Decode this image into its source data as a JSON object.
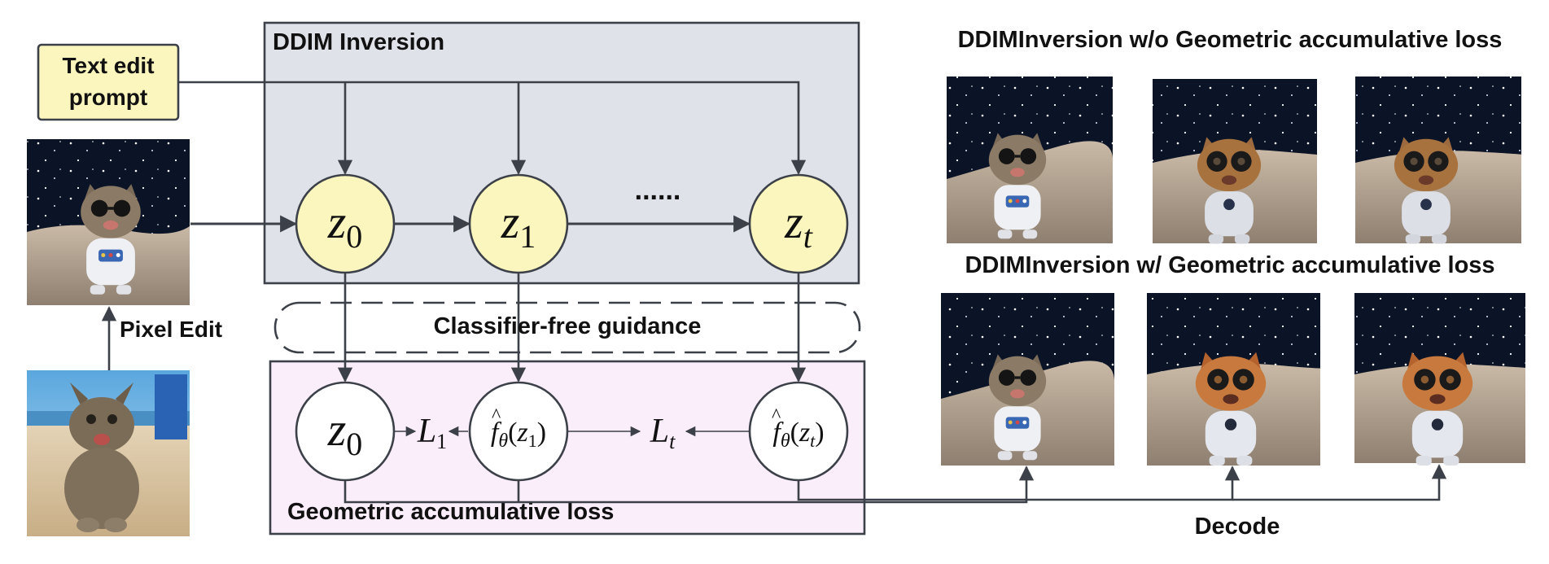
{
  "diagram": {
    "text_prompt_label_line1": "Text edit",
    "text_prompt_label_line2": "prompt",
    "pixel_edit_label": "Pixel Edit",
    "ddim_inversion_title": "DDIM Inversion",
    "ellipsis": "......",
    "latent_nodes": {
      "z0": {
        "base": "z",
        "sub": "0"
      },
      "z1": {
        "base": "z",
        "sub": "1"
      },
      "zt": {
        "base": "z",
        "sub": "t"
      }
    },
    "cfg_label": "Classifier-free guidance",
    "loss_box_title": "Geometric accumulative loss",
    "loss_nodes": {
      "z0": {
        "base": "z",
        "sub": "0"
      },
      "f1": {
        "f": "f",
        "theta": "θ",
        "arg_base": "z",
        "arg_sub": "1"
      },
      "ft": {
        "f": "f",
        "theta": "θ",
        "arg_base": "z",
        "arg_sub": "t"
      }
    },
    "loss_labels": {
      "L1": {
        "base": "L",
        "sub": "1"
      },
      "Lt": {
        "base": "L",
        "sub": "t"
      }
    },
    "without_loss_title": "DDIMInversion w/o Geometric accumulative loss",
    "with_loss_title": "DDIMInversion w/ Geometric accumulative loss",
    "decode_label": "Decode"
  },
  "colors": {
    "line": "#3c4149",
    "ddim_fill": "#dfe2e8",
    "loss_fill": "#fbeefb",
    "node_fill": "#fbf6bd",
    "prompt_fill": "#fbf6bd",
    "text": "#111111"
  }
}
